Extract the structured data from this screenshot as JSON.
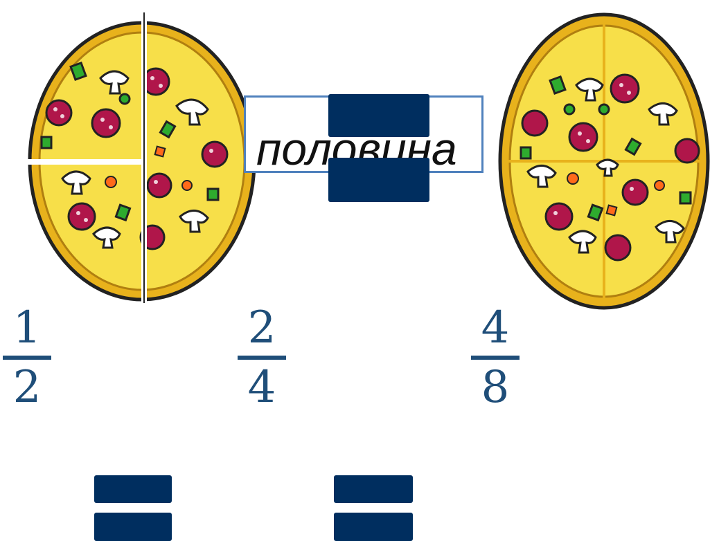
{
  "label": {
    "text": "половина"
  },
  "fractions": [
    {
      "numerator": "1",
      "denominator": "2"
    },
    {
      "numerator": "2",
      "denominator": "4"
    },
    {
      "numerator": "4",
      "denominator": "8"
    }
  ],
  "colors": {
    "crust": "#e8b21c",
    "cheese": "#f7df49",
    "pepperoni": "#b0164a",
    "pepper": "#2eab2e",
    "fraction": "#1f4e79",
    "equals": "#002e5f",
    "box_border": "#4f81bd"
  },
  "icons": [
    "pizza-half-quarters-icon",
    "pizza-eighths-icon",
    "equals-sign-icon"
  ]
}
